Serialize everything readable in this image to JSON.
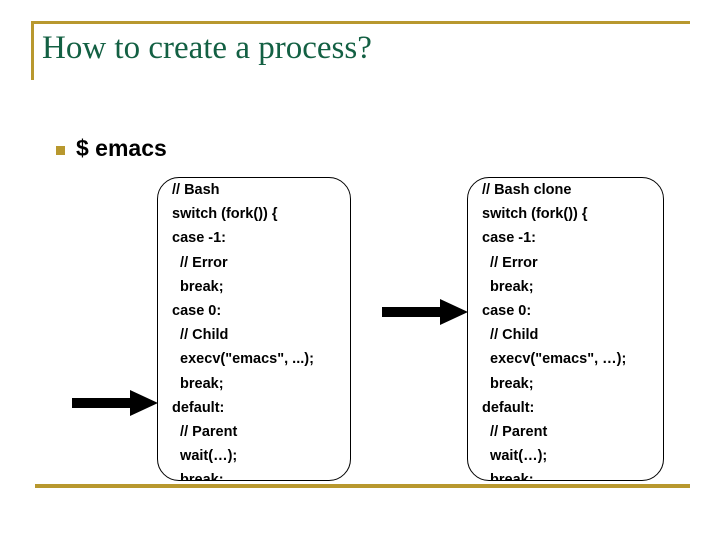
{
  "slide": {
    "title": "How to create a process?",
    "accent_gold": "#b8982e",
    "title_color": "#136043",
    "background": "#ffffff"
  },
  "bullet": {
    "marker": "square-bullet",
    "text": "$ emacs"
  },
  "code_blocks": [
    {
      "id": "bash-original",
      "lines": [
        "// Bash",
        "switch (fork()) {",
        "case -1:",
        "  // Error",
        "  break;",
        "case 0:",
        "  // Child",
        "  execv(\"emacs\", ...);",
        "  break;",
        "default:",
        "  // Parent",
        "  wait(…);",
        "  break;",
        "}"
      ]
    },
    {
      "id": "bash-clone",
      "lines": [
        "// Bash clone",
        "switch (fork()) {",
        "case -1:",
        "  // Error",
        "  break;",
        "case 0:",
        "  // Child",
        "  execv(\"emacs\", …);",
        "  break;",
        "default:",
        "  // Parent",
        "  wait(…);",
        "  break;",
        "}"
      ]
    }
  ],
  "arrows": [
    {
      "id": "arrow-left",
      "direction": "right"
    },
    {
      "id": "arrow-mid",
      "direction": "right"
    }
  ]
}
